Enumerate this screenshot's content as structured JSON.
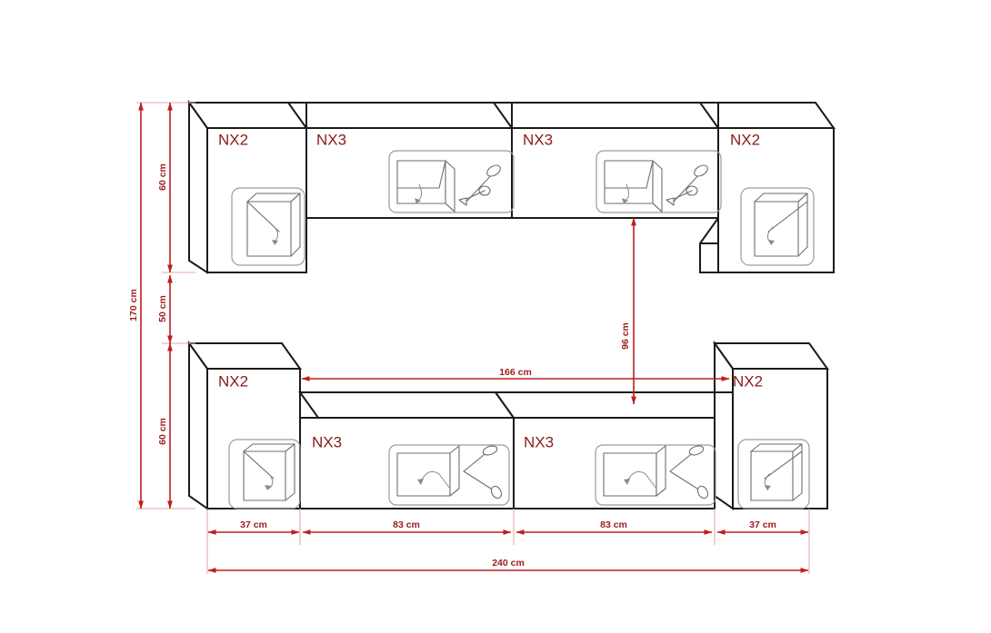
{
  "diagram": {
    "title": "Wall unit furniture set technical drawing",
    "colors": {
      "outline": "#1a1a1a",
      "label_red": "#8B1A1A",
      "dimension_red": "#BE1E1E",
      "extension_pink": "#E5A8A8",
      "icon_gray": "#6e6e6e",
      "background": "#ffffff"
    },
    "units": {
      "top_left_cabinet": {
        "label": "NX2",
        "icon": "door-swing-right-icon"
      },
      "top_mid_left_cabinet": {
        "label": "NX3",
        "icon": "flap-up-strut-icon"
      },
      "top_mid_right_cabinet": {
        "label": "NX3",
        "icon": "flap-up-strut-icon"
      },
      "top_right_cabinet": {
        "label": "NX2",
        "icon": "door-swing-left-icon"
      },
      "bottom_left_cabinet": {
        "label": "NX2",
        "icon": "door-swing-right-icon"
      },
      "bottom_mid_left_cabinet": {
        "label": "NX3",
        "icon": "flap-down-hinge-icon"
      },
      "bottom_mid_right_cabinet": {
        "label": "NX3",
        "icon": "flap-down-hinge-icon"
      },
      "bottom_right_cabinet": {
        "label": "NX2",
        "icon": "door-swing-left-icon"
      }
    },
    "dimensions": {
      "total_height": "170 cm",
      "top_cabinet_height": "60 cm",
      "gap_height": "50 cm",
      "bottom_cabinet_height": "60 cm",
      "inner_clear_height": "96 cm",
      "inner_clear_width": "166 cm",
      "left_cabinet_width": "37 cm",
      "mid_left_width": "83 cm",
      "mid_right_width": "83 cm",
      "right_cabinet_width": "37 cm",
      "total_width": "240 cm"
    }
  }
}
